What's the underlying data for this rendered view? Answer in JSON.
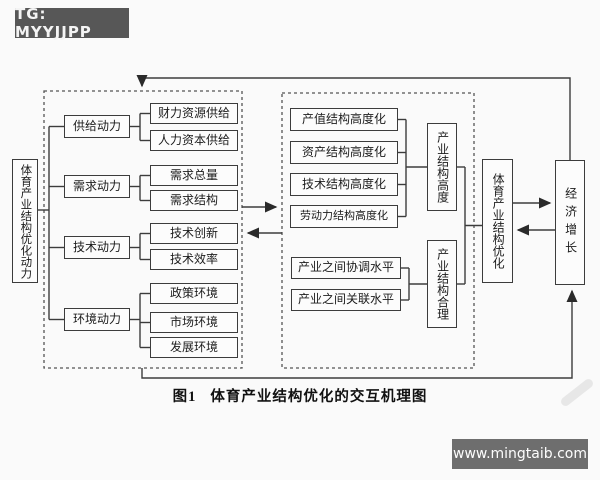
{
  "badge": {
    "text": "TG: MYYJJPP"
  },
  "watermark": {
    "text": "www.mingtaib.com"
  },
  "figure": {
    "caption_prefix": "图1",
    "caption_title": "体育产业结构优化的交互机理图",
    "source_box": "体育产业结构优化动力",
    "driver_groups": [
      {
        "driver": "供给动力",
        "factors": [
          "财力资源供给",
          "人力资本供给"
        ]
      },
      {
        "driver": "需求动力",
        "factors": [
          "需求总量",
          "需求结构"
        ]
      },
      {
        "driver": "技术动力",
        "factors": [
          "技术创新",
          "技术效率"
        ]
      },
      {
        "driver": "环境动力",
        "factors": [
          "政策环境",
          "市场环境",
          "发展环境"
        ]
      }
    ],
    "upgrading": {
      "items": [
        "产值结构高度化",
        "资产结构高度化",
        "技术结构高度化",
        "劳动力结构高度化"
      ],
      "summary": "产业结构高度"
    },
    "rationalization": {
      "items": [
        "产业之间协调水平",
        "产业之间关联水平"
      ],
      "summary": "产业结构合理"
    },
    "optimization_box": "体育产业结构优化",
    "growth_box": "经济增长"
  },
  "colors": {
    "line": "#3c3c3c",
    "badge_bg": "#575757",
    "watermark_bg": "#6e6e6e",
    "paper": "#fafafa"
  }
}
